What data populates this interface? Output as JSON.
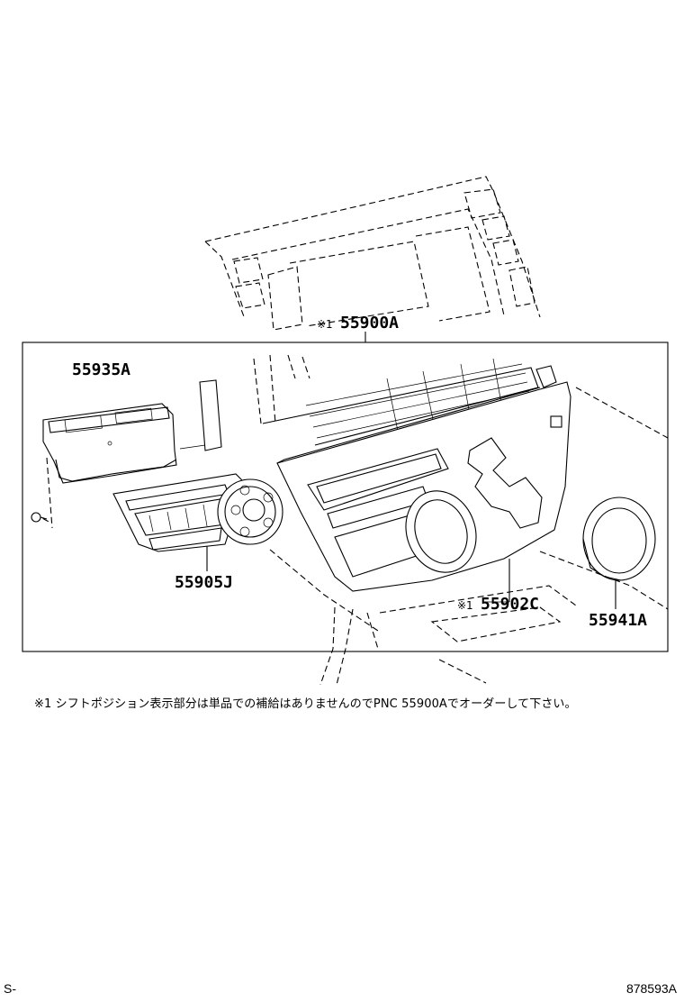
{
  "diagram": {
    "callouts": [
      {
        "mark": "※1",
        "code": "55900A"
      },
      {
        "code": "55935A"
      },
      {
        "code": "55905J"
      },
      {
        "mark": "※1",
        "code": "55902C"
      },
      {
        "code": "55941A"
      }
    ],
    "note": "※1 シフトポジション表示部分は単品での補給はありませんのでPNC 55900Aでオーダーして下さい。",
    "footer_left": "S-",
    "footer_right": "878593A"
  }
}
